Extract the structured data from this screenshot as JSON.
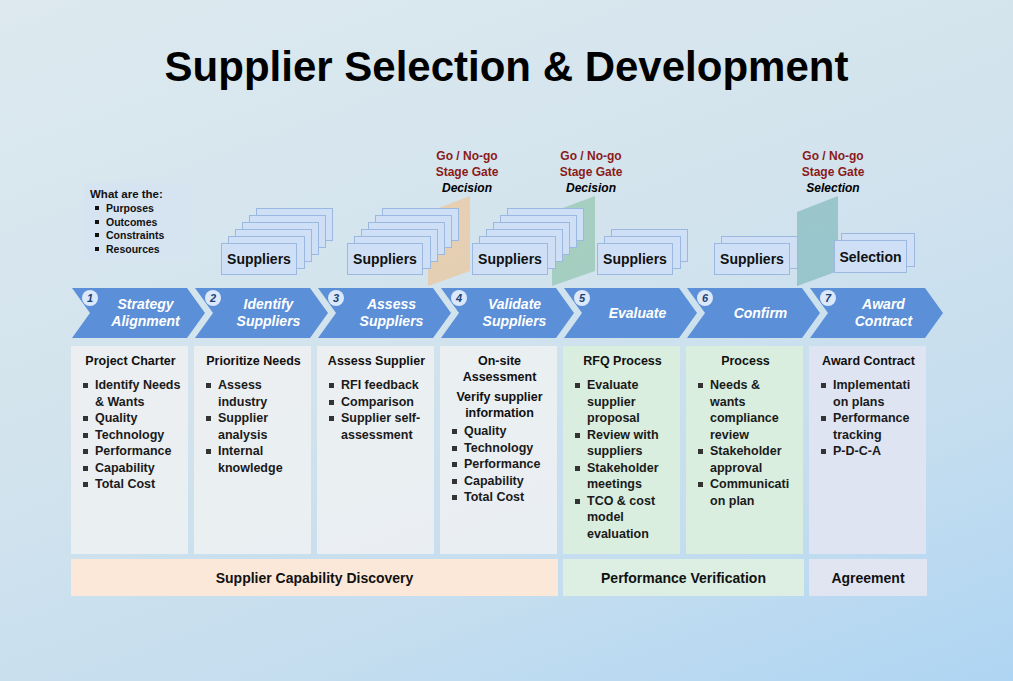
{
  "diagram": {
    "title": "Supplier Selection & Development",
    "nodes": [
      {
        "text": [
          "What are the:",
          "Purposes",
          "Outcomes",
          "Constraints",
          "Resources"
        ]
      },
      {
        "text": [
          "Suppliers"
        ]
      },
      {
        "text": [
          "Suppliers"
        ]
      },
      {
        "text": [
          "Suppliers"
        ]
      },
      {
        "text": [
          "Suppliers"
        ]
      },
      {
        "text": [
          "Suppliers"
        ]
      },
      {
        "text": [
          "Selection"
        ]
      },
      {
        "text": [
          "Strategy Alignment"
        ]
      },
      {
        "text": [
          "1"
        ],
        "in": 7
      },
      {
        "text": [
          "Identify Suppliers"
        ]
      },
      {
        "text": [
          "2"
        ],
        "in": 9
      },
      {
        "text": [
          "Assess Suppliers"
        ]
      },
      {
        "text": [
          "3"
        ],
        "in": 11
      },
      {
        "text": [
          "Validate Suppliers"
        ]
      },
      {
        "text": [
          "4"
        ],
        "in": 13
      },
      {
        "text": [
          "Evaluate"
        ]
      },
      {
        "text": [
          "5"
        ],
        "in": 15
      },
      {
        "text": [
          "Confirm"
        ]
      },
      {
        "text": [
          "6"
        ],
        "in": 17
      },
      {
        "text": [
          "Award Contract"
        ]
      },
      {
        "text": [
          "7"
        ],
        "in": 19
      },
      {
        "text": [
          "Project Charter",
          "Identify Needs & Wants",
          "Quality",
          "Technology",
          "Performance",
          "Capability",
          "Total Cost"
        ]
      },
      {
        "text": [
          "Prioritize Needs",
          "Assess industry",
          "Supplier analysis",
          "Internal knowledge"
        ]
      },
      {
        "text": [
          "Assess Supplier",
          "RFI feedback",
          "Comparison",
          "Supplier self-assessment"
        ]
      },
      {
        "text": [
          "On-site Assessment",
          "Verify supplier information",
          "Quality",
          "Technology",
          "Performance",
          "Capability",
          "Total Cost"
        ]
      },
      {
        "text": [
          "RFQ Process",
          "Evaluate supplier proposal",
          "Review with suppliers",
          "Stakeholder meetings",
          "TCO & cost model evaluation"
        ]
      },
      {
        "text": [
          "Process",
          "Needs & wants compliance review",
          "Stakeholder approval",
          "Communicati on plan"
        ]
      },
      {
        "text": [
          "Award Contract",
          "Implementati on plans",
          "Performance tracking",
          "P-D-C-A"
        ]
      },
      {
        "text": [
          "Supplier Capability Discovery"
        ]
      },
      {
        "text": [
          "Performance Verification"
        ]
      },
      {
        "text": [
          "Agreement"
        ]
      }
    ],
    "labels": [
      "Go / No-go Stage Gate",
      "Decision",
      "Go / No-go Stage Gate",
      "Decision",
      "Go / No-go Stage Gate",
      "Selection"
    ]
  }
}
